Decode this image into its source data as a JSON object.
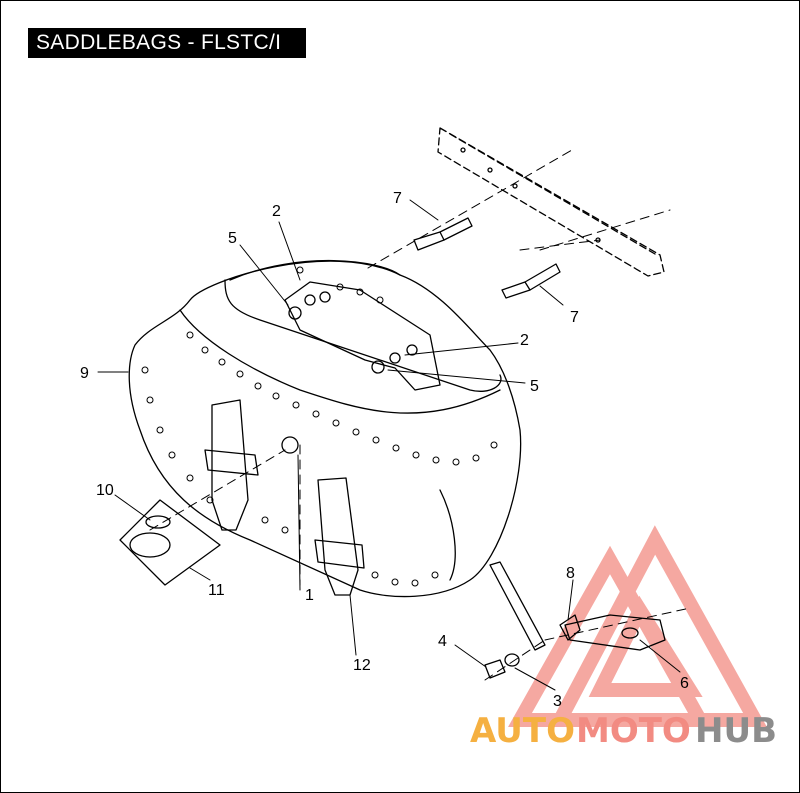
{
  "title": "SADDLEBAGS - FLSTC/I",
  "callouts": {
    "c1": "1",
    "c2a": "2",
    "c2b": "2",
    "c3": "3",
    "c4": "4",
    "c5a": "5",
    "c5b": "5",
    "c6": "6",
    "c7a": "7",
    "c7b": "7",
    "c8": "8",
    "c9": "9",
    "c10": "10",
    "c11": "11",
    "c12": "12"
  },
  "watermark": {
    "part1": "AUTO",
    "part2": "MOTO",
    "part3": "HUB",
    "color_orange": "#f5b041",
    "color_red": "#f28b82",
    "color_gray": "#8c8c8c"
  }
}
